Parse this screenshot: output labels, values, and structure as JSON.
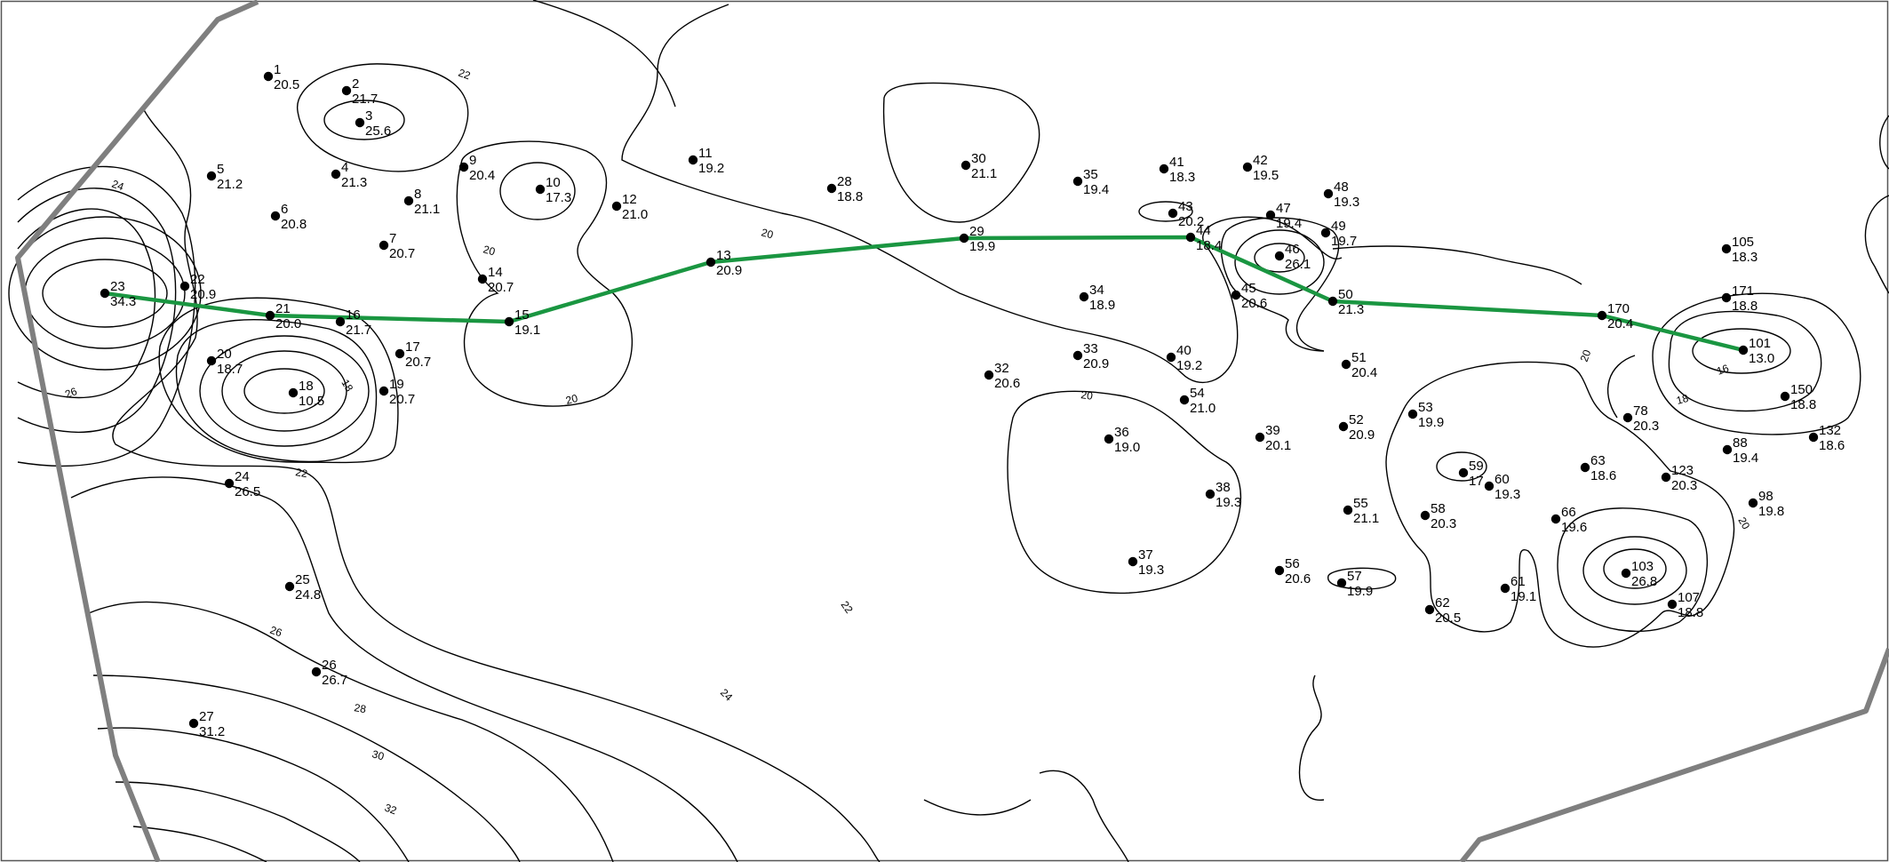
{
  "map": {
    "colors": {
      "background": "#ffffff",
      "boundary": "#7f7f7f",
      "profile_line": "#1a9641",
      "contour": "#000000",
      "well": "#000000"
    },
    "wells": [
      {
        "id": "1",
        "value": "20.5"
      },
      {
        "id": "2",
        "value": "21.7"
      },
      {
        "id": "3",
        "value": "25.6"
      },
      {
        "id": "4",
        "value": "21.3"
      },
      {
        "id": "5",
        "value": "21.2"
      },
      {
        "id": "6",
        "value": "20.8"
      },
      {
        "id": "7",
        "value": "20.7"
      },
      {
        "id": "8",
        "value": "21.1"
      },
      {
        "id": "9",
        "value": "20.4"
      },
      {
        "id": "10",
        "value": "17.3"
      },
      {
        "id": "11",
        "value": "19.2"
      },
      {
        "id": "12",
        "value": "21.0"
      },
      {
        "id": "13",
        "value": "20.9"
      },
      {
        "id": "14",
        "value": "20.7"
      },
      {
        "id": "15",
        "value": "19.1"
      },
      {
        "id": "16",
        "value": "21.7"
      },
      {
        "id": "17",
        "value": "20.7"
      },
      {
        "id": "18",
        "value": "10.5"
      },
      {
        "id": "19",
        "value": "20.7"
      },
      {
        "id": "20",
        "value": "18.7"
      },
      {
        "id": "21",
        "value": "20.0"
      },
      {
        "id": "22",
        "value": "20.9"
      },
      {
        "id": "23",
        "value": "34.3"
      },
      {
        "id": "24",
        "value": "26.5"
      },
      {
        "id": "25",
        "value": "24.8"
      },
      {
        "id": "26",
        "value": "26.7"
      },
      {
        "id": "27",
        "value": "31.2"
      },
      {
        "id": "28",
        "value": "18.8"
      },
      {
        "id": "29",
        "value": "19.9"
      },
      {
        "id": "30",
        "value": "21.1"
      },
      {
        "id": "32",
        "value": "20.6"
      },
      {
        "id": "33",
        "value": "20.9"
      },
      {
        "id": "34",
        "value": "18.9"
      },
      {
        "id": "35",
        "value": "19.4"
      },
      {
        "id": "36",
        "value": "19.0"
      },
      {
        "id": "37",
        "value": "19.3"
      },
      {
        "id": "38",
        "value": "19.3"
      },
      {
        "id": "39",
        "value": "20.1"
      },
      {
        "id": "40",
        "value": "19.2"
      },
      {
        "id": "41",
        "value": "18.3"
      },
      {
        "id": "42",
        "value": "19.5"
      },
      {
        "id": "43",
        "value": "20.2"
      },
      {
        "id": "44",
        "value": "18.4"
      },
      {
        "id": "45",
        "value": "20.6"
      },
      {
        "id": "46",
        "value": "26.1"
      },
      {
        "id": "47",
        "value": "19.4"
      },
      {
        "id": "48",
        "value": "19.3"
      },
      {
        "id": "49",
        "value": "19.7"
      },
      {
        "id": "50",
        "value": "21.3"
      },
      {
        "id": "51",
        "value": "20.4"
      },
      {
        "id": "52",
        "value": "20.9"
      },
      {
        "id": "53",
        "value": "19.9"
      },
      {
        "id": "54",
        "value": "21.0"
      },
      {
        "id": "55",
        "value": "21.1"
      },
      {
        "id": "56",
        "value": "20.6"
      },
      {
        "id": "57",
        "value": "19.9"
      },
      {
        "id": "58",
        "value": "20.3"
      },
      {
        "id": "59",
        "value": "17"
      },
      {
        "id": "60",
        "value": "19.3"
      },
      {
        "id": "61",
        "value": "19.1"
      },
      {
        "id": "62",
        "value": "20.5"
      },
      {
        "id": "63",
        "value": "18.6"
      },
      {
        "id": "66",
        "value": "19.6"
      },
      {
        "id": "78",
        "value": "20.3"
      },
      {
        "id": "88",
        "value": "19.4"
      },
      {
        "id": "98",
        "value": "19.8"
      },
      {
        "id": "101",
        "value": "13.0"
      },
      {
        "id": "103",
        "value": "26.8"
      },
      {
        "id": "105",
        "value": "18.3"
      },
      {
        "id": "107",
        "value": "18.8"
      },
      {
        "id": "123",
        "value": "20.3"
      },
      {
        "id": "132",
        "value": "18.6"
      },
      {
        "id": "150",
        "value": "18.8"
      },
      {
        "id": "170",
        "value": "20.4"
      },
      {
        "id": "171",
        "value": "18.8"
      }
    ],
    "contour_labels": [
      "22",
      "24",
      "26",
      "18",
      "20",
      "20",
      "20",
      "20",
      "22",
      "26",
      "28",
      "30",
      "32",
      "24",
      "22",
      "20",
      "16",
      "18",
      "20",
      "20"
    ],
    "profile_line": [
      "23",
      "21",
      "15",
      "13",
      "29",
      "44",
      "50",
      "170",
      "101"
    ]
  }
}
